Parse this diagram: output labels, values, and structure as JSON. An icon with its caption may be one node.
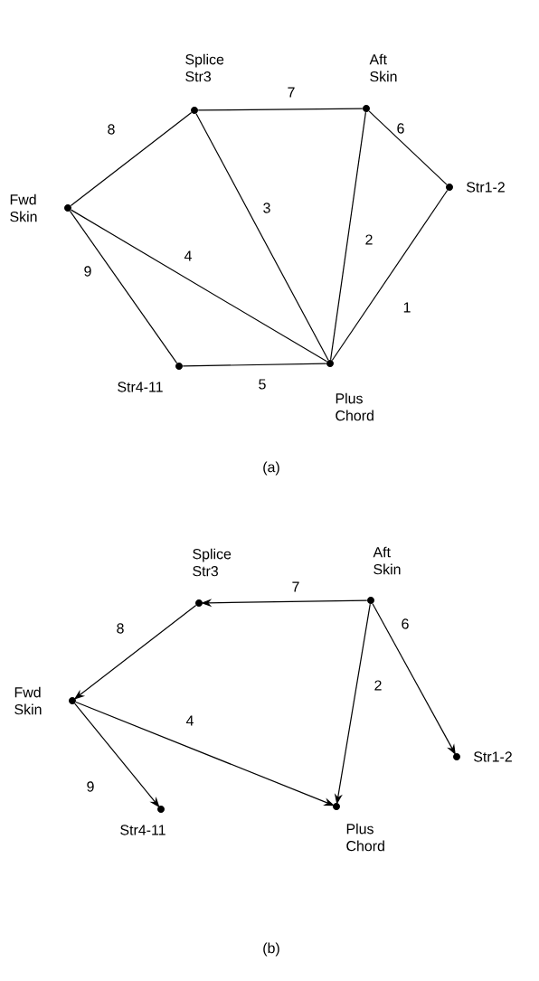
{
  "diagram": {
    "nodes": [
      {
        "text": [],
        "shape": "circle",
        "beside": [
          "Splice Str3"
        ]
      },
      {
        "text": [],
        "shape": "circle",
        "beside": [
          "Aft Skin"
        ]
      },
      {
        "text": [],
        "shape": "circle",
        "beside": [
          "Fwd Skin"
        ]
      },
      {
        "text": [],
        "shape": "circle",
        "beside": [
          "Str1-2"
        ]
      },
      {
        "text": [],
        "shape": "circle",
        "beside": [
          "Str4-11"
        ]
      },
      {
        "text": [],
        "shape": "circle",
        "beside": [
          "Plus Chord"
        ]
      },
      {
        "text": [],
        "shape": "circle",
        "beside": [
          "Splice Str3"
        ]
      },
      {
        "text": [],
        "shape": "circle",
        "beside": [
          "Aft Skin"
        ]
      },
      {
        "text": [],
        "shape": "circle",
        "beside": [
          "Fwd Skin"
        ]
      },
      {
        "text": [],
        "shape": "circle",
        "beside": [
          "Str1-2"
        ]
      },
      {
        "text": [],
        "shape": "circle",
        "beside": [
          "Str4-11"
        ]
      },
      {
        "text": [],
        "shape": "circle",
        "beside": [
          "Plus Chord"
        ]
      }
    ],
    "edges": [
      {
        "from": 0,
        "to": 1,
        "arrow": "none",
        "label": "7"
      },
      {
        "from": 0,
        "to": 2,
        "arrow": "none",
        "label": "8"
      },
      {
        "from": 0,
        "to": 5,
        "arrow": "none",
        "label": "3"
      },
      {
        "from": 1,
        "to": 3,
        "arrow": "none",
        "label": "6"
      },
      {
        "from": 1,
        "to": 5,
        "arrow": "none",
        "label": "2"
      },
      {
        "from": 2,
        "to": 5,
        "arrow": "none",
        "label": "4"
      },
      {
        "from": 2,
        "to": 4,
        "arrow": "none",
        "label": "9"
      },
      {
        "from": 4,
        "to": 5,
        "arrow": "none",
        "label": "5"
      },
      {
        "from": 3,
        "to": 5,
        "arrow": "none",
        "label": "1"
      },
      {
        "from": 7,
        "to": 6,
        "arrow": "to",
        "label": "7"
      },
      {
        "from": 6,
        "to": 8,
        "arrow": "to",
        "label": "8"
      },
      {
        "from": 7,
        "to": 9,
        "arrow": "to",
        "label": "6"
      },
      {
        "from": 7,
        "to": 11,
        "arrow": "to",
        "label": "2"
      },
      {
        "from": 8,
        "to": 11,
        "arrow": "to",
        "label": "4"
      },
      {
        "from": 8,
        "to": 10,
        "arrow": "to",
        "label": "9"
      }
    ],
    "labels": [
      "(a)",
      "(b)"
    ]
  }
}
